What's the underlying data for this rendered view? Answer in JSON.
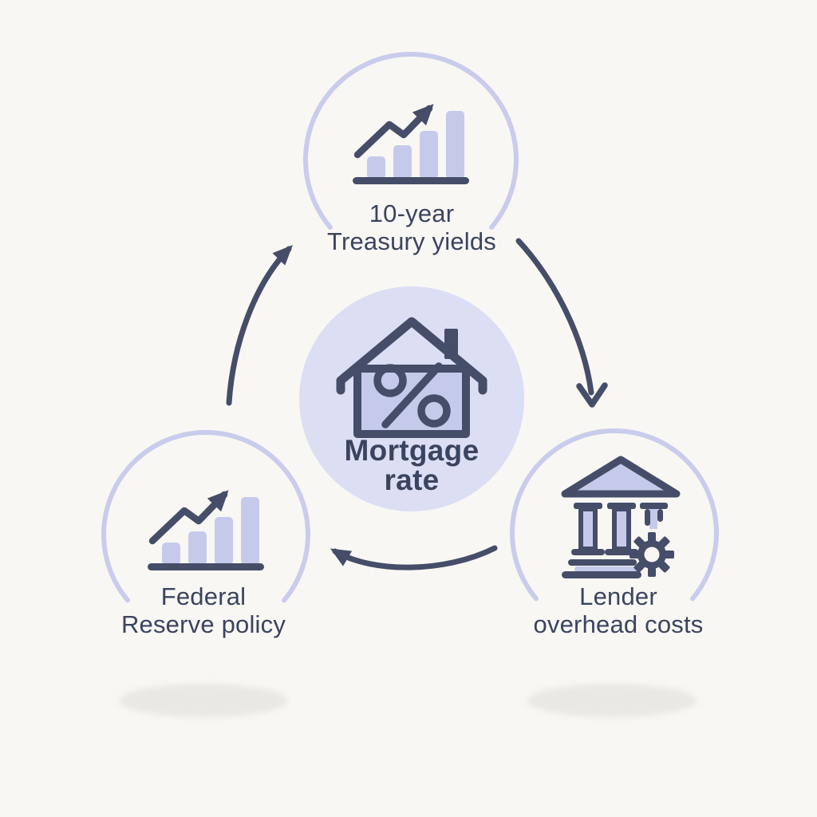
{
  "theme": {
    "bg": "#f8f7f4",
    "ink": "#454d68",
    "ring": "#c9ccec",
    "lav": "#c6caea",
    "circle": "#dcdef4",
    "shadow": "#e9e8e5",
    "text": "#3b445f"
  },
  "center": {
    "line1": "Mortgage",
    "line2": "rate",
    "icon": "house-percent-icon"
  },
  "nodes": {
    "treasury": {
      "line1": "10-year",
      "line2": "Treasury yields",
      "icon": "trend-up-bar-chart-icon"
    },
    "fed": {
      "line1": "Federal",
      "line2": "Reserve policy",
      "icon": "trend-up-bar-chart-icon"
    },
    "lender": {
      "line1": "Lender",
      "line2": "overhead costs",
      "icon": "bank-gear-icon"
    }
  },
  "arrows": [
    {
      "from": "federal-reserve-policy",
      "to": "10-year-treasury-yields"
    },
    {
      "from": "10-year-treasury-yields",
      "to": "lender-overhead-costs"
    },
    {
      "from": "lender-overhead-costs",
      "to": "federal-reserve-policy"
    }
  ]
}
